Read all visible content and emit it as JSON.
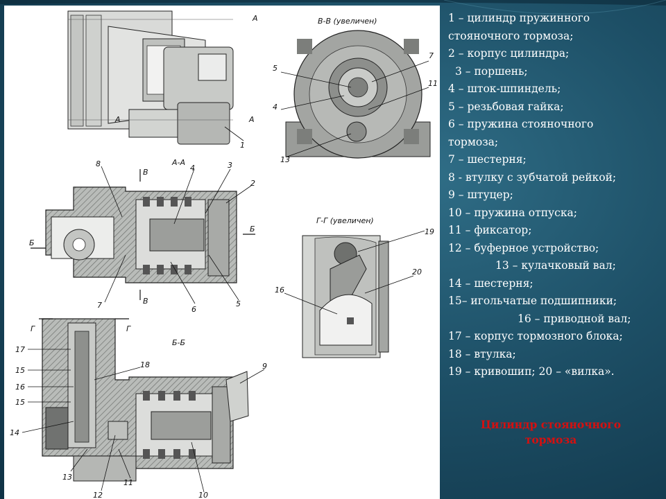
{
  "legend": [
    "1 – цилиндр пружинного",
    "стояночного тормоза;",
    "2 – корпус цилиндра;",
    "3 – поршень;",
    "4 – шток-шпиндель;",
    "5 – резьбовая гайка;",
    "6 – пружина стояночного",
    "тормоза;",
    "7 – шестерня;",
    "8 - втулку с зубчатой рейкой;",
    "9 – штуцер;",
    "10 – пружина отпуска;",
    "11 – фиксатор;",
    "12 – буферное устройство;",
    "13 – кулачковый вал;",
    "14 – шестерня;",
    "15– игольчатые подшипники;",
    "16 – приводной вал;",
    "17 – корпус тормозного блока;",
    "18 – втулка;",
    "19 – кривошип; 20 – «вилка»."
  ],
  "caption": "Цилиндр стояночного тормоза",
  "drawing": {
    "section_a": "А",
    "section_vv": "В-В (увеличен)",
    "section_aa": "А-А",
    "section_gg": "Г-Г (увеличен)",
    "section_bb": "Б-Б",
    "arrow_a": "А",
    "arrow_b": "Б",
    "arrow_v": "В",
    "arrow_g": "Г",
    "n1": "1",
    "n2": "2",
    "n3": "3",
    "n4": "4",
    "n5": "5",
    "n6": "6",
    "n7": "7",
    "n8": "8",
    "n9": "9",
    "n10": "10",
    "n11": "11",
    "n12": "12",
    "n13": "13",
    "n14": "14",
    "n15": "15",
    "n16": "16",
    "n17": "17",
    "n18": "18",
    "n19": "19",
    "n20": "20"
  },
  "colors": {
    "caption": "#d41010",
    "legend_text": "#ffffff",
    "background_dark": "#0f3245",
    "background_light": "#2f6d86"
  }
}
